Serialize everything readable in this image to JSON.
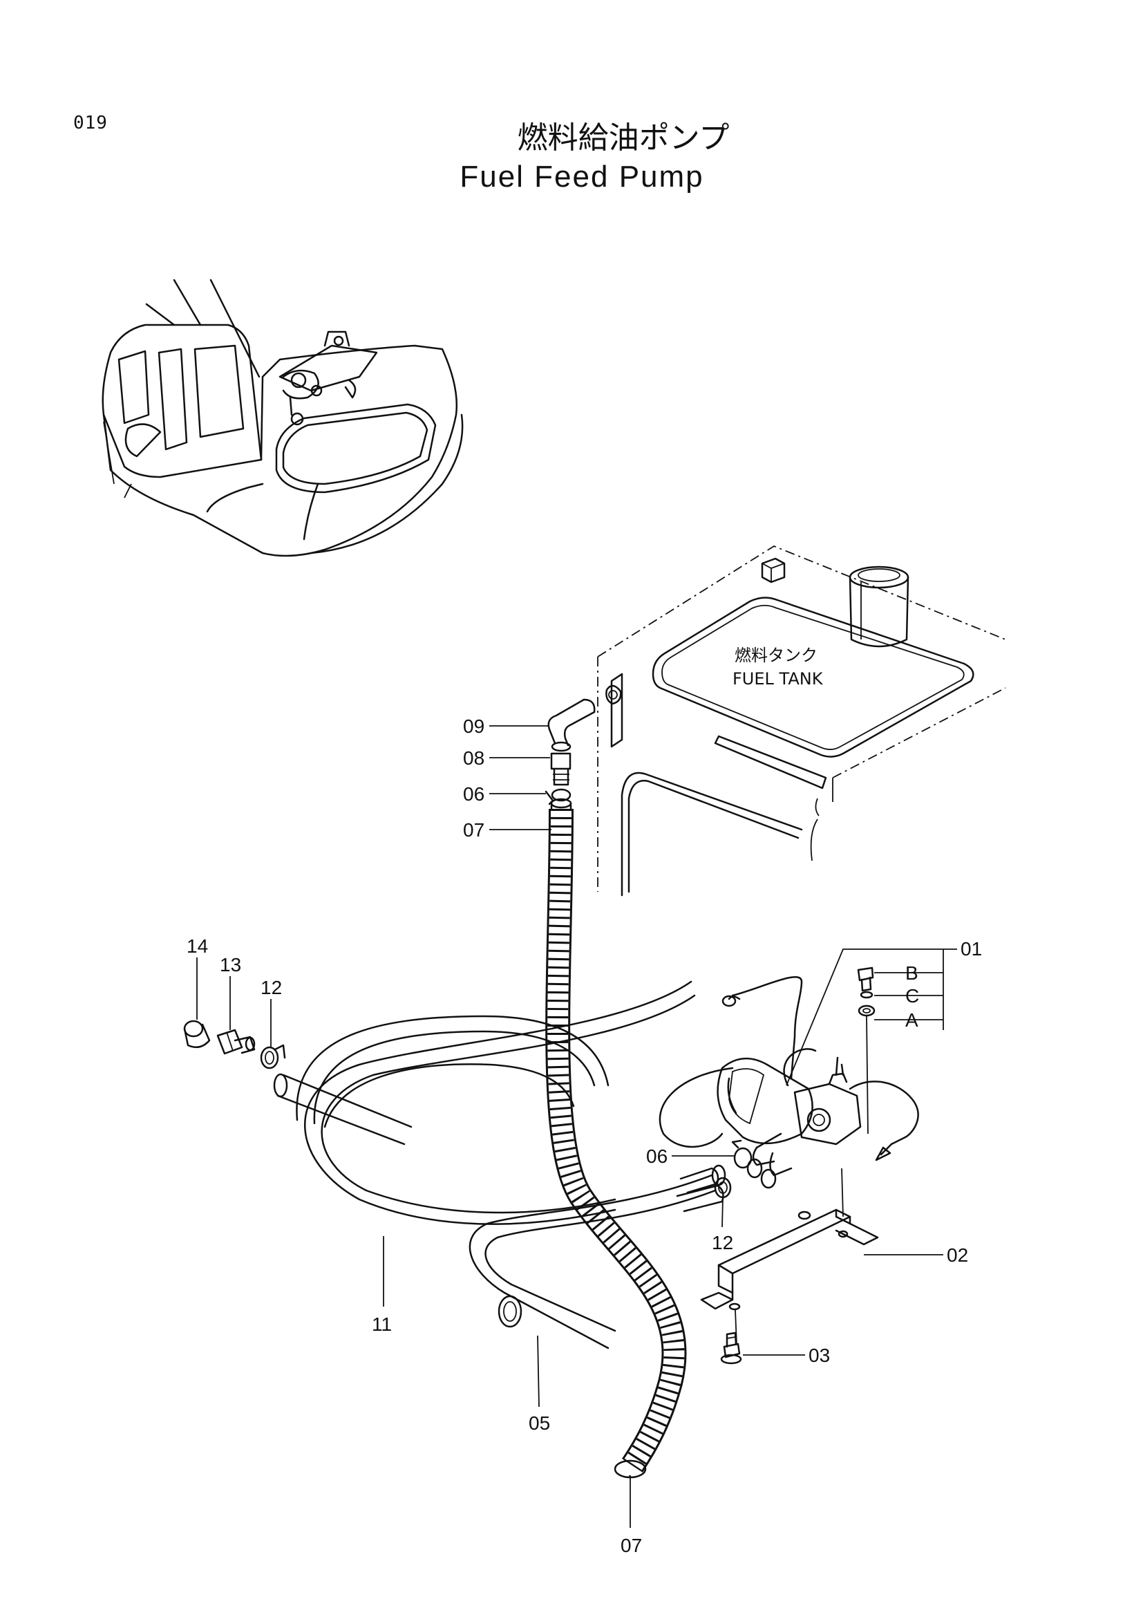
{
  "header": {
    "page_number": "019",
    "title_ja": "燃料給油ポンプ",
    "title_en": "Fuel Feed Pump"
  },
  "tank": {
    "label_ja": "燃料タンク",
    "label_en": "FUEL TANK"
  },
  "callouts": {
    "c01": "01",
    "c02": "02",
    "c03": "03",
    "c05": "05",
    "c06_top": "06",
    "c06_pump": "06",
    "c07_top": "07",
    "c07_bottom": "07",
    "c08": "08",
    "c09": "09",
    "c11": "11",
    "c12_left": "12",
    "c12_pump": "12",
    "c13": "13",
    "c14": "14",
    "sub_a": "A",
    "sub_b": "B",
    "sub_c": "C"
  },
  "colors": {
    "line": "#111111",
    "background": "#ffffff"
  }
}
